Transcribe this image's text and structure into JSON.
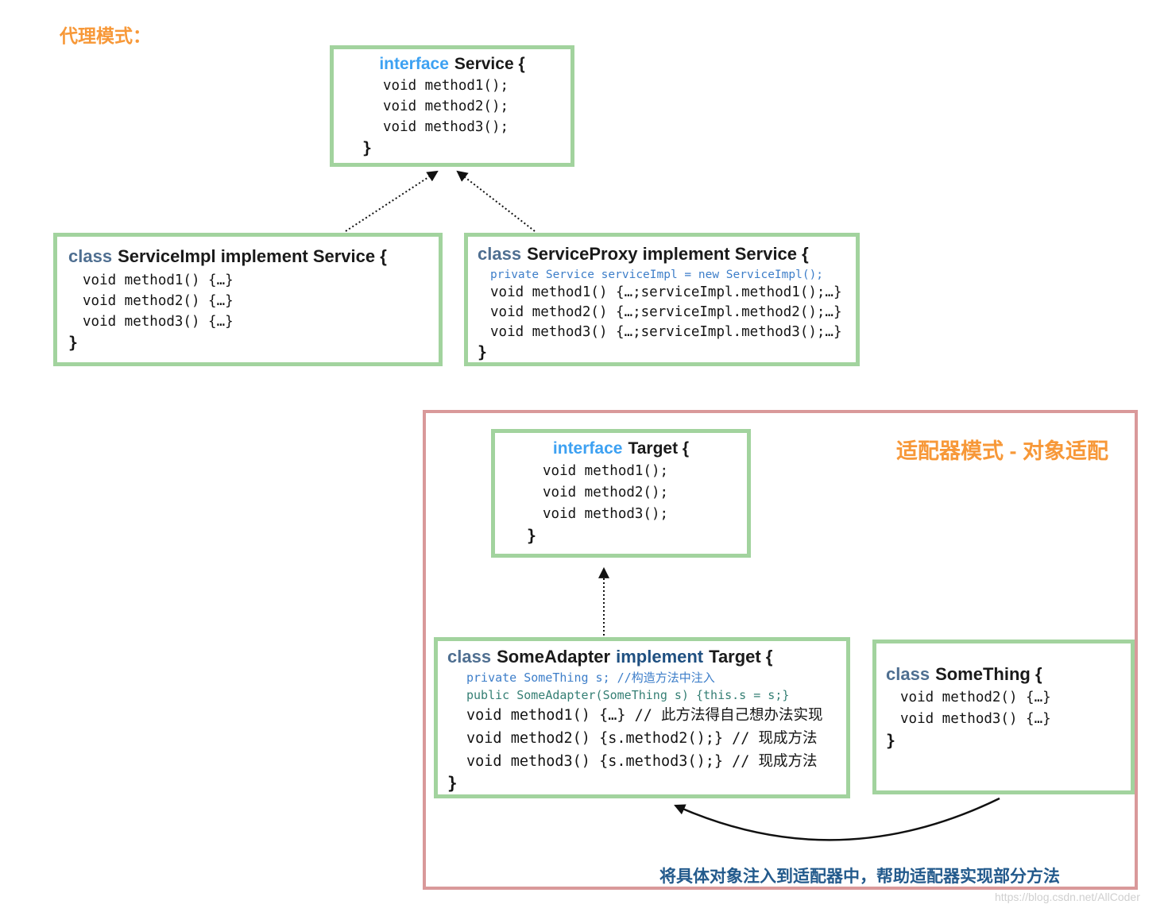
{
  "titles": {
    "proxy": "代理模式：",
    "adapter": "适配器模式 - 对象适配",
    "adapter_note": "将具体对象注入到适配器中，帮助适配器实现部分方法",
    "watermark": "https://blog.csdn.net/AllCoder"
  },
  "colors": {
    "box_border_green": "#a2d39e",
    "container_border_pink": "#d9999a",
    "title_orange": "#f79838",
    "interface_keyword_blue": "#3da1f2",
    "class_keyword_slate": "#4f6f91",
    "implement_keyword_navy": "#1f5081",
    "code_blue": "#3d7ec9",
    "code_teal": "#357f74",
    "note_blue": "#235a8c",
    "arrow_black": "#111111"
  },
  "boxes": {
    "service_interface": {
      "keyword": "interface",
      "name": "Service {",
      "lines": [
        "void method1();",
        "void method2();",
        "void method3();"
      ],
      "close": "}"
    },
    "service_impl": {
      "keyword": "class",
      "name": "ServiceImpl implement Service {",
      "lines": [
        "void method1() {…}",
        "void method2() {…}",
        "void method3() {…}"
      ],
      "close": "}"
    },
    "service_proxy": {
      "keyword": "class",
      "name": "ServiceProxy implement Service {",
      "field": "private Service serviceImpl = new ServiceImpl();",
      "lines": [
        "void method1() {…;serviceImpl.method1();…}",
        "void method2() {…;serviceImpl.method2();…}",
        "void method3() {…;serviceImpl.method3();…}"
      ],
      "close": "}"
    },
    "target_interface": {
      "keyword": "interface",
      "name": "Target {",
      "lines": [
        "void method1();",
        "void method2();",
        "void method3();"
      ],
      "close": "}"
    },
    "some_adapter": {
      "keyword": "class",
      "name": "SomeAdapter",
      "keyword2": "implement",
      "name2": "Target {",
      "field": "private SomeThing s; //构造方法中注入",
      "ctor": "public SomeAdapter(SomeThing s) {this.s = s;}",
      "lines": [
        "void method1() {…} // 此方法得自己想办法实现",
        "void method2() {s.method2();} // 现成方法",
        "void method3() {s.method3();} // 现成方法"
      ],
      "close": "}"
    },
    "some_thing": {
      "keyword": "class",
      "name": "SomeThing {",
      "lines": [
        "void method2() {…}",
        "void method3() {…}"
      ],
      "close": "}"
    }
  }
}
